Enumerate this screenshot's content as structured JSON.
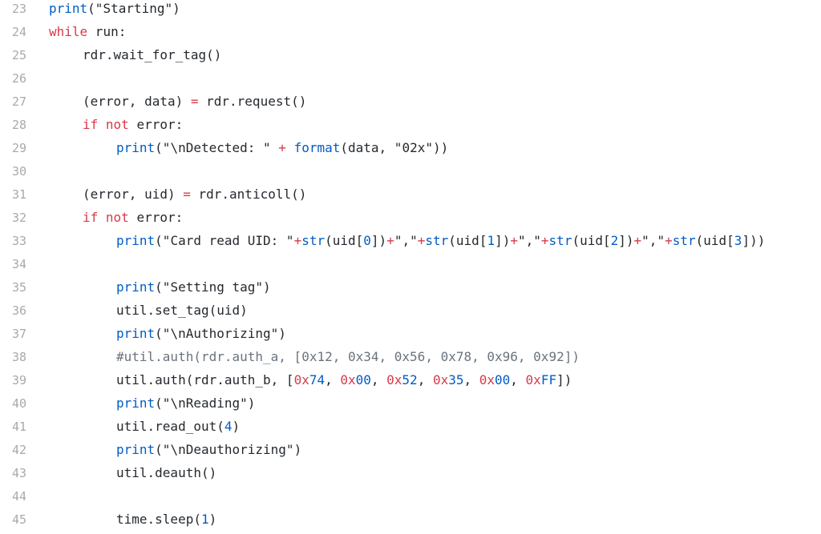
{
  "editor": {
    "lines": [
      {
        "n": "23",
        "indent": 0,
        "tokens": [
          [
            "bi",
            "print"
          ],
          [
            "t",
            "(\"Starting\")"
          ]
        ]
      },
      {
        "n": "24",
        "indent": 0,
        "tokens": [
          [
            "kw",
            "while"
          ],
          [
            "t",
            " run:"
          ]
        ]
      },
      {
        "n": "25",
        "indent": 1,
        "tokens": [
          [
            "t",
            "rdr.wait_for_tag()"
          ]
        ]
      },
      {
        "n": "26",
        "indent": 0,
        "tokens": []
      },
      {
        "n": "27",
        "indent": 1,
        "tokens": [
          [
            "t",
            "(error, data) "
          ],
          [
            "op",
            "="
          ],
          [
            "t",
            " rdr.request()"
          ]
        ]
      },
      {
        "n": "28",
        "indent": 1,
        "tokens": [
          [
            "kw",
            "if"
          ],
          [
            "t",
            " "
          ],
          [
            "kw",
            "not"
          ],
          [
            "t",
            " error:"
          ]
        ]
      },
      {
        "n": "29",
        "indent": 2,
        "tokens": [
          [
            "bi",
            "print"
          ],
          [
            "t",
            "(\"\\nDetected: \" "
          ],
          [
            "op",
            "+"
          ],
          [
            "t",
            " "
          ],
          [
            "bi",
            "format"
          ],
          [
            "t",
            "(data, \"02x\"))"
          ]
        ]
      },
      {
        "n": "30",
        "indent": 0,
        "tokens": []
      },
      {
        "n": "31",
        "indent": 1,
        "tokens": [
          [
            "t",
            "(error, uid) "
          ],
          [
            "op",
            "="
          ],
          [
            "t",
            " rdr.anticoll()"
          ]
        ]
      },
      {
        "n": "32",
        "indent": 1,
        "tokens": [
          [
            "kw",
            "if"
          ],
          [
            "t",
            " "
          ],
          [
            "kw",
            "not"
          ],
          [
            "t",
            " error:"
          ]
        ]
      },
      {
        "n": "33",
        "indent": 2,
        "tokens": [
          [
            "bi",
            "print"
          ],
          [
            "t",
            "(\"Card read UID: \""
          ],
          [
            "op",
            "+"
          ],
          [
            "bi",
            "str"
          ],
          [
            "t",
            "(uid["
          ],
          [
            "num",
            "0"
          ],
          [
            "t",
            "])"
          ],
          [
            "op",
            "+"
          ],
          [
            "t",
            "\",\""
          ],
          [
            "op",
            "+"
          ],
          [
            "bi",
            "str"
          ],
          [
            "t",
            "(uid["
          ],
          [
            "num",
            "1"
          ],
          [
            "t",
            "])"
          ],
          [
            "op",
            "+"
          ],
          [
            "t",
            "\",\""
          ],
          [
            "op",
            "+"
          ],
          [
            "bi",
            "str"
          ],
          [
            "t",
            "(uid["
          ],
          [
            "num",
            "2"
          ],
          [
            "t",
            "])"
          ],
          [
            "op",
            "+"
          ],
          [
            "t",
            "\",\""
          ],
          [
            "op",
            "+"
          ],
          [
            "bi",
            "str"
          ],
          [
            "t",
            "(uid["
          ],
          [
            "num",
            "3"
          ],
          [
            "t",
            "]))"
          ]
        ]
      },
      {
        "n": "34",
        "indent": 0,
        "tokens": []
      },
      {
        "n": "35",
        "indent": 2,
        "tokens": [
          [
            "bi",
            "print"
          ],
          [
            "t",
            "(\"Setting tag\")"
          ]
        ]
      },
      {
        "n": "36",
        "indent": 2,
        "tokens": [
          [
            "t",
            "util.set_tag(uid)"
          ]
        ]
      },
      {
        "n": "37",
        "indent": 2,
        "tokens": [
          [
            "bi",
            "print"
          ],
          [
            "t",
            "(\"\\nAuthorizing\")"
          ]
        ]
      },
      {
        "n": "38",
        "indent": 2,
        "tokens": [
          [
            "cm",
            "#util.auth(rdr.auth_a, [0x12, 0x34, 0x56, 0x78, 0x96, 0x92])"
          ]
        ]
      },
      {
        "n": "39",
        "indent": 2,
        "tokens": [
          [
            "t",
            "util.auth(rdr.auth_b, ["
          ],
          [
            "hx",
            "0x"
          ],
          [
            "num",
            "74"
          ],
          [
            "t",
            ", "
          ],
          [
            "hx",
            "0x"
          ],
          [
            "num",
            "00"
          ],
          [
            "t",
            ", "
          ],
          [
            "hx",
            "0x"
          ],
          [
            "num",
            "52"
          ],
          [
            "t",
            ", "
          ],
          [
            "hx",
            "0x"
          ],
          [
            "num",
            "35"
          ],
          [
            "t",
            ", "
          ],
          [
            "hx",
            "0x"
          ],
          [
            "num",
            "00"
          ],
          [
            "t",
            ", "
          ],
          [
            "hx",
            "0x"
          ],
          [
            "num",
            "FF"
          ],
          [
            "t",
            "])"
          ]
        ]
      },
      {
        "n": "40",
        "indent": 2,
        "tokens": [
          [
            "bi",
            "print"
          ],
          [
            "t",
            "(\"\\nReading\")"
          ]
        ]
      },
      {
        "n": "41",
        "indent": 2,
        "tokens": [
          [
            "t",
            "util.read_out("
          ],
          [
            "num",
            "4"
          ],
          [
            "t",
            ")"
          ]
        ]
      },
      {
        "n": "42",
        "indent": 2,
        "tokens": [
          [
            "bi",
            "print"
          ],
          [
            "t",
            "(\"\\nDeauthorizing\")"
          ]
        ]
      },
      {
        "n": "43",
        "indent": 2,
        "tokens": [
          [
            "t",
            "util.deauth()"
          ]
        ]
      },
      {
        "n": "44",
        "indent": 0,
        "tokens": []
      },
      {
        "n": "45",
        "indent": 2,
        "tokens": [
          [
            "t",
            "time.sleep("
          ],
          [
            "num",
            "1"
          ],
          [
            "t",
            ")"
          ]
        ]
      }
    ]
  }
}
